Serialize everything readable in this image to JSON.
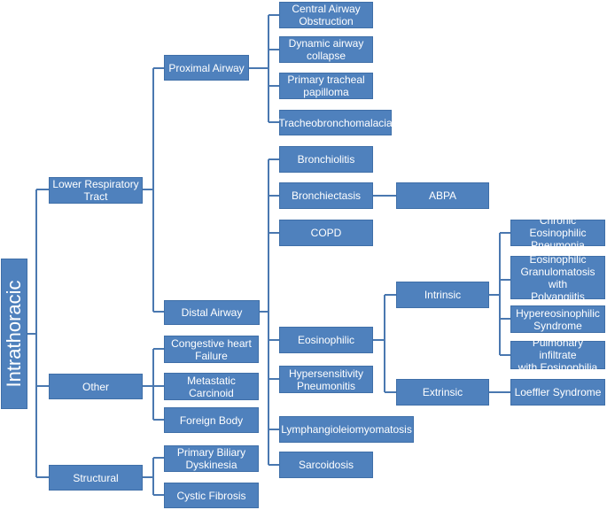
{
  "root": "Intrathoracic",
  "nodes": {
    "lower_respiratory_tract": "Lower Respiratory\nTract",
    "other": "Other",
    "structural": "Structural",
    "proximal_airway": "Proximal Airway",
    "distal_airway": "Distal Airway",
    "central_airway_obstruction": "Central Airway\nObstruction",
    "dynamic_airway_collapse": "Dynamic airway\ncollapse",
    "primary_tracheal_papilloma": "Primary tracheal\npapilloma",
    "tracheobronchomalacia": "Tracheobronchomalacia",
    "bronchiolitis": "Bronchiolitis",
    "bronchiectasis": "Bronchiectasis",
    "abpa": "ABPA",
    "copd": "COPD",
    "eosinophilic": "Eosinophilic",
    "intrinsic": "Intrinsic",
    "extrinsic": "Extrinsic",
    "chronic_eosinophilic_pneumonia": "Chronic Eosinophilic\nPneumonia",
    "egpa": "Eosinophilic\nGranulomatosis with\nPolyangiitis",
    "hypereosinophilic_syndrome": "Hypereosinophilic\nSyndrome",
    "pulmonary_infiltrate": "Pulmonary infiltrate\nwith Eosinophilia",
    "loeffler_syndrome": "Loeffler Syndrome",
    "hypersensitivity_pneumonitis": "Hypersensitivity\nPneumonitis",
    "lymphangioleiomyomatosis": "Lymphangioleiomyomatosis",
    "sarcoidosis": "Sarcoidosis",
    "congestive_heart_failure": "Congestive heart\nFailure",
    "metastatic_carcinoid": "Metastatic\nCarcinoid",
    "foreign_body": "Foreign Body",
    "primary_biliary_dyskinesia": "Primary Biliary\nDyskinesia",
    "cystic_fibrosis": "Cystic Fibrosis"
  },
  "colors": {
    "box_fill": "#4f81bd",
    "box_text": "#ffffff",
    "connector": "#4a78b0"
  }
}
